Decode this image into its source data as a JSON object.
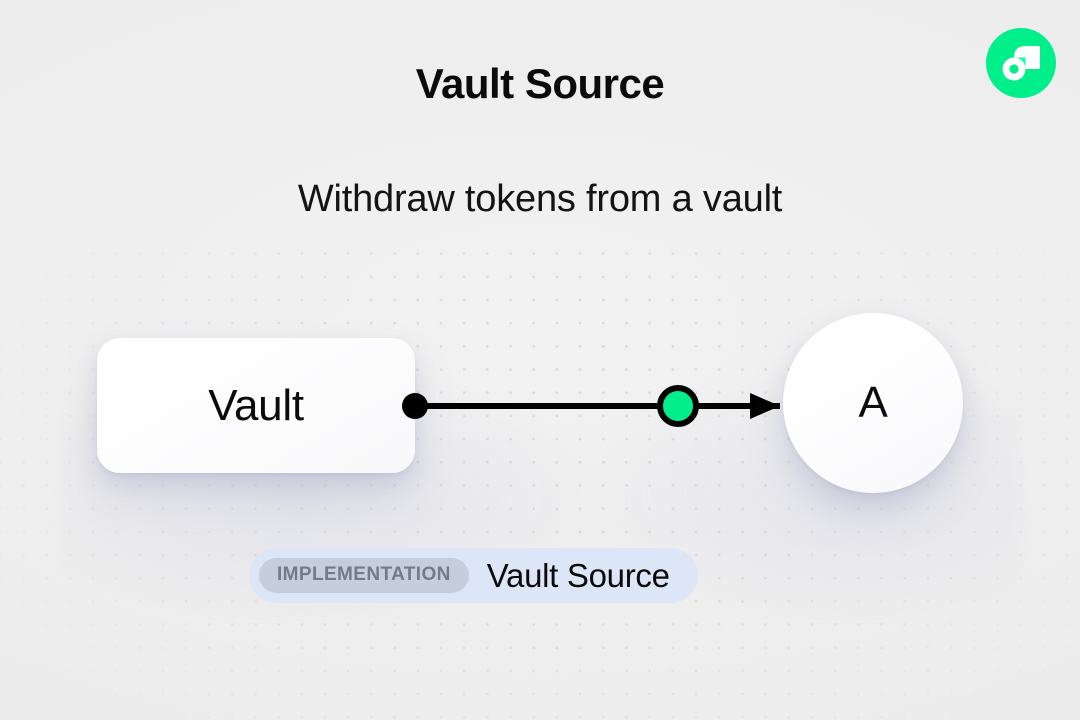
{
  "header": {
    "title": "Vault Source",
    "subtitle": "Withdraw tokens from a vault",
    "logo_icon": "flow-logo-icon",
    "logo_color": "#00ef8b"
  },
  "diagram": {
    "source_node": {
      "label": "Vault",
      "shape": "rounded-rectangle",
      "port_icon": "source-port-dot"
    },
    "edge": {
      "handle_icon": "edge-handle-dot",
      "handle_color": "#00ef8b",
      "arrow_icon": "arrow-head-icon",
      "line_color": "#000000"
    },
    "target_node": {
      "label": "A",
      "shape": "circle"
    }
  },
  "badge": {
    "kind_label": "IMPLEMENTATION",
    "name": "Vault Source",
    "pill_color": "#dce6f7",
    "chip_color": "#c5cedc",
    "chip_text_color": "#727b87"
  },
  "canvas": {
    "background_color": "#efefef",
    "grid_dot_color": "#d9d9d9"
  }
}
